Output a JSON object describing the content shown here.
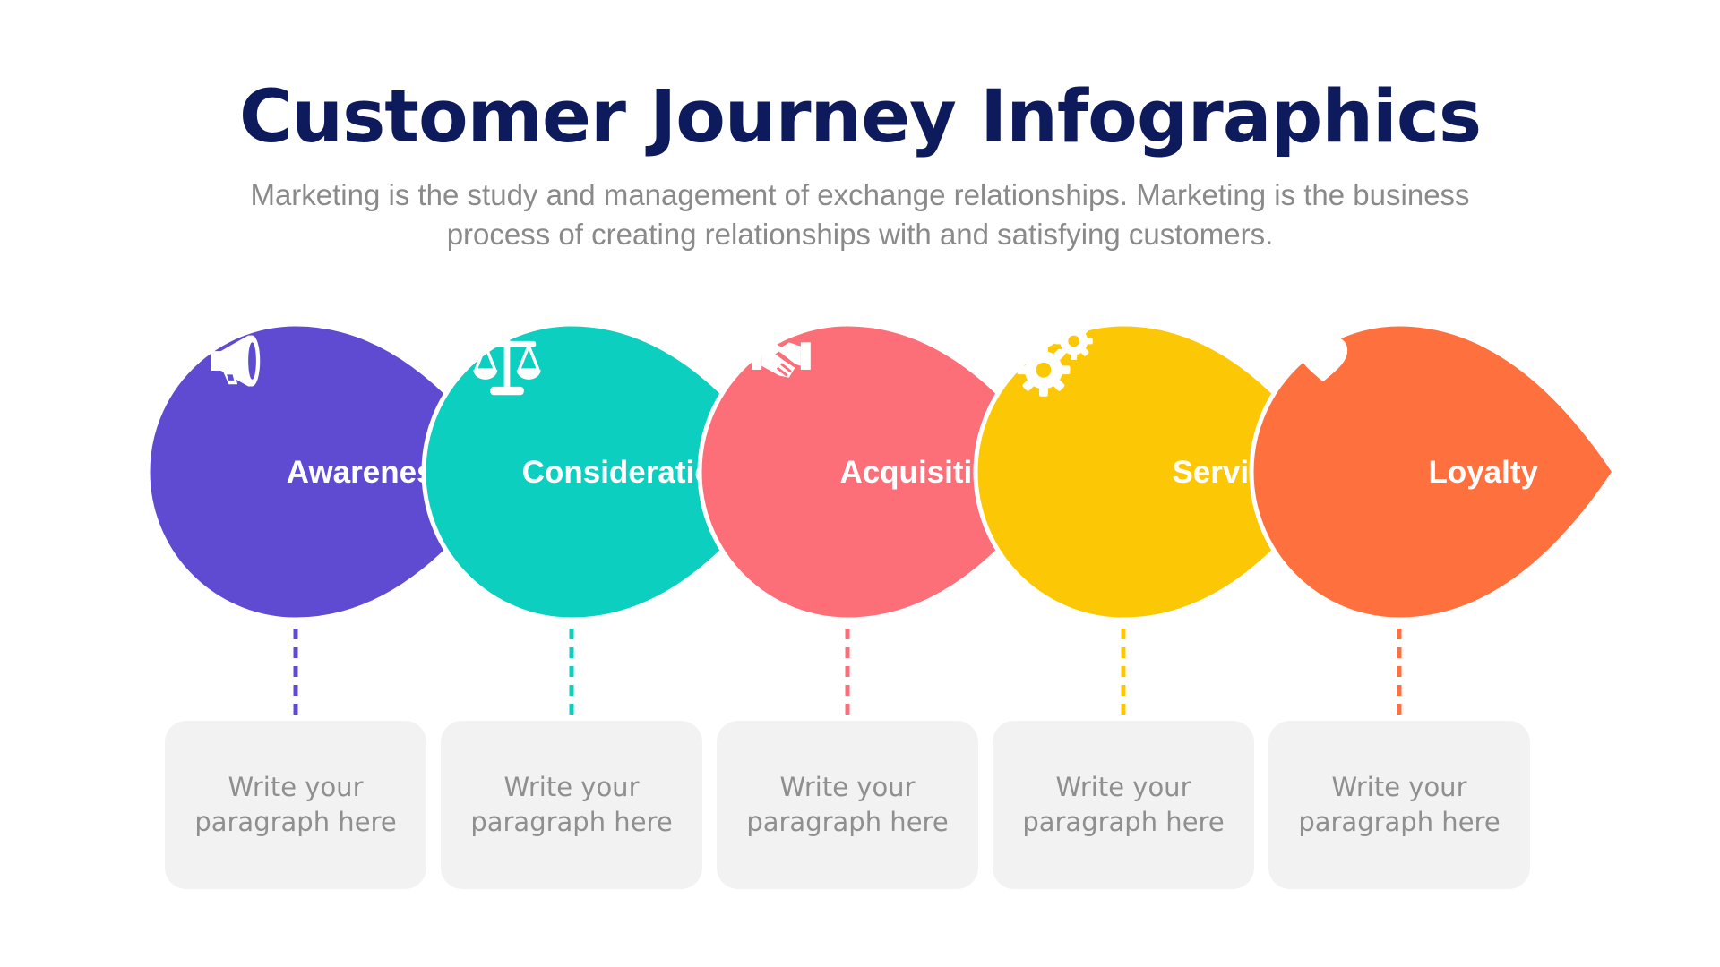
{
  "title": "Customer Journey Infographics",
  "subtitle": "Marketing is the study and management of exchange relationships. Marketing is the business process of creating relationships with and satisfying customers.",
  "stages": [
    {
      "label": "Awareness",
      "icon": "megaphone-icon",
      "color": "#5f4bd2",
      "paragraph": "Write your paragraph here"
    },
    {
      "label": "Consideration",
      "icon": "balance-scale-icon",
      "color": "#0ccfc0",
      "paragraph": "Write your paragraph here"
    },
    {
      "label": "Acquisition",
      "icon": "handshake-icon",
      "color": "#fc6e78",
      "paragraph": "Write your paragraph here"
    },
    {
      "label": "Service",
      "icon": "gears-icon",
      "color": "#fcc806",
      "paragraph": "Write your paragraph here"
    },
    {
      "label": "Loyalty",
      "icon": "heart-icon",
      "color": "#ff703f",
      "paragraph": "Write your paragraph here"
    }
  ]
}
